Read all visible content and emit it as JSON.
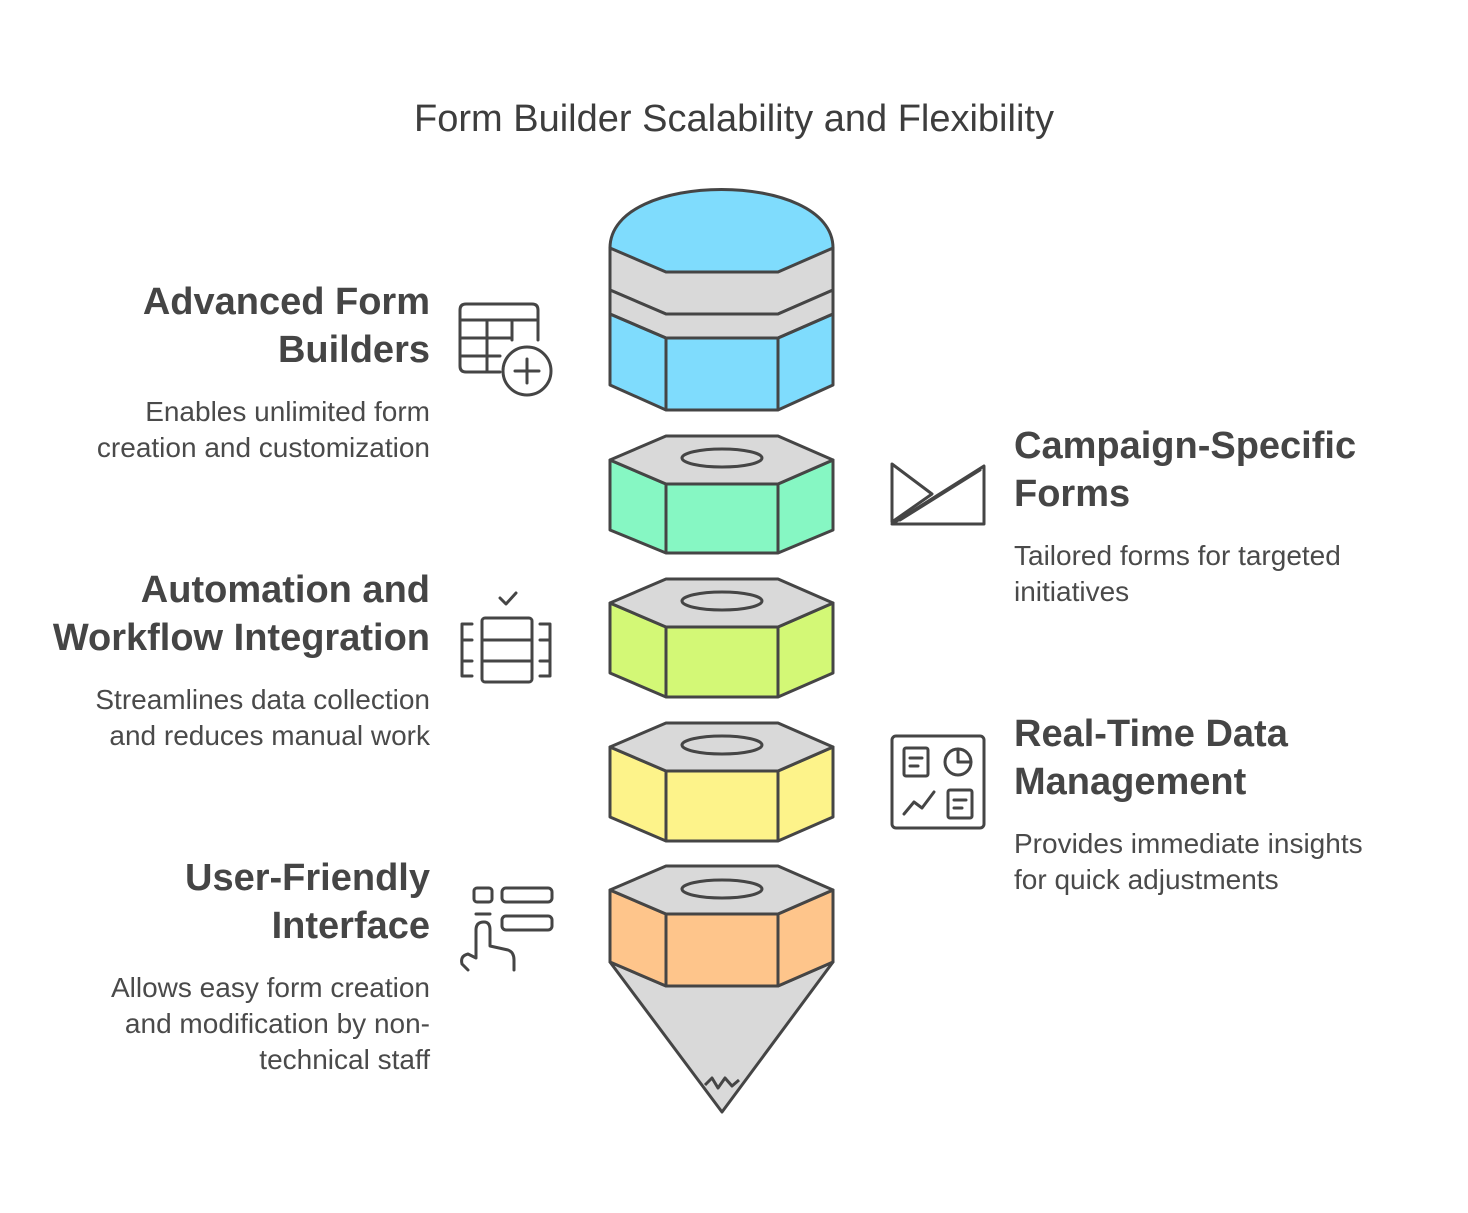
{
  "title": "Form Builder Scalability and Flexibility",
  "items": [
    {
      "heading_lines": [
        "Advanced Form",
        "Builders"
      ],
      "description_lines": [
        "Enables unlimited form",
        "creation and customization"
      ],
      "icon": "table-add-icon",
      "color": "#7fdcfd"
    },
    {
      "heading_lines": [
        "Campaign-Specific",
        "Forms"
      ],
      "description_lines": [
        "Tailored forms for targeted",
        "initiatives"
      ],
      "icon": "campaign-flag-icon",
      "color": "#86f7c3"
    },
    {
      "heading_lines": [
        "Automation and",
        "Workflow Integration"
      ],
      "description_lines": [
        "Streamlines data collection",
        "and reduces manual work"
      ],
      "icon": "workflow-checklist-icon",
      "color": "#d3f876"
    },
    {
      "heading_lines": [
        "Real-Time Data",
        "Management"
      ],
      "description_lines": [
        "Provides immediate insights",
        "for quick adjustments"
      ],
      "icon": "dashboard-icon",
      "color": "#fdf38a"
    },
    {
      "heading_lines": [
        "User-Friendly",
        "Interface"
      ],
      "description_lines": [
        "Allows easy form creation",
        "and modification by non-",
        "technical staff"
      ],
      "icon": "touch-interface-icon",
      "color": "#fec58b"
    }
  ],
  "colors": {
    "outline": "#454545",
    "gray_face": "#d9d9d9",
    "text": "#454545"
  }
}
